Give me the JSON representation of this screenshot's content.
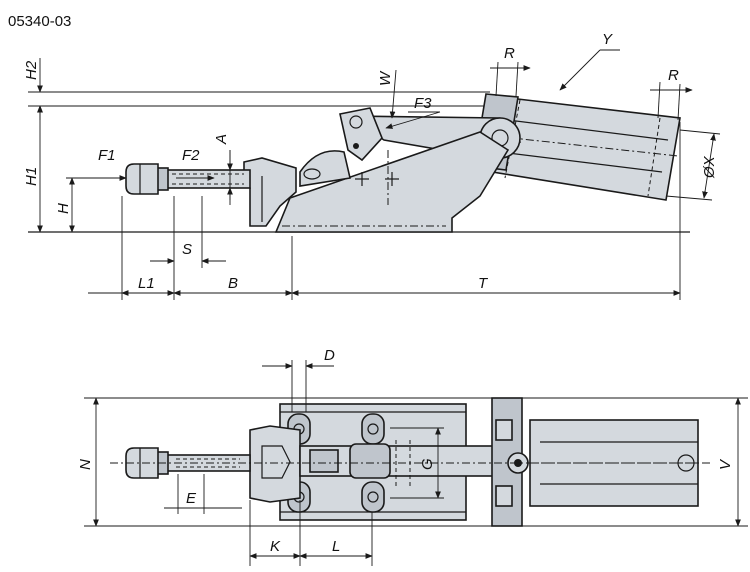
{
  "part_number": "05340-03",
  "side_view": {
    "dimension_labels": {
      "H2": "H2",
      "W": "W",
      "R_left": "R",
      "Y": "Y",
      "R_right": "R",
      "F3": "F3",
      "A": "A",
      "F1": "F1",
      "F2": "F2",
      "H1": "H1",
      "H": "H",
      "X": "ØX",
      "S": "S",
      "L1": "L1",
      "B": "B",
      "T": "T"
    }
  },
  "top_view": {
    "dimension_labels": {
      "D": "D",
      "N": "N",
      "G": "G",
      "V": "V",
      "E": "E",
      "K": "K",
      "L": "L"
    }
  }
}
